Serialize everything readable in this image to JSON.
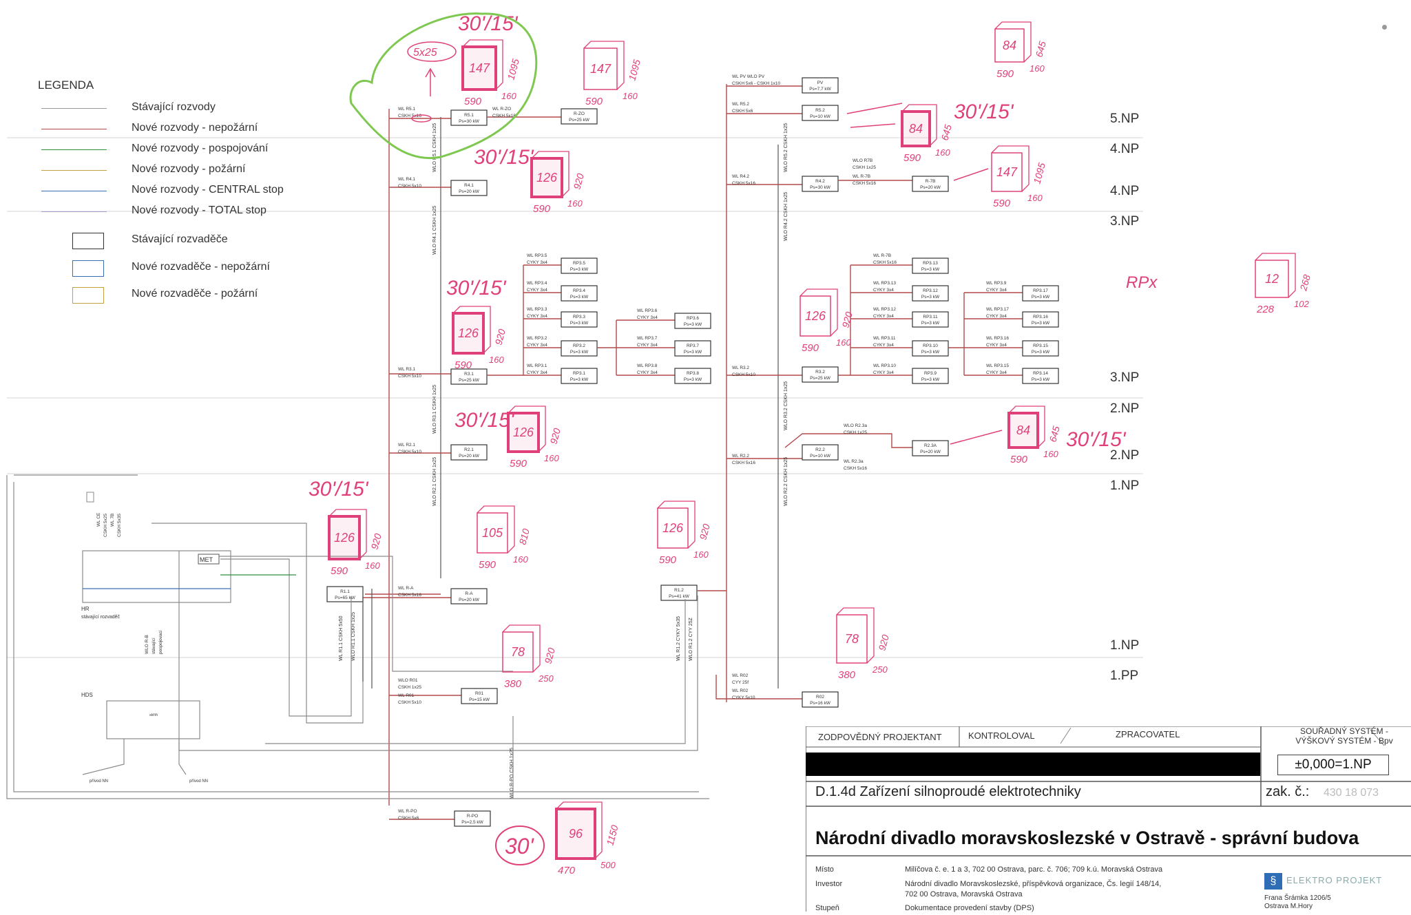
{
  "legend": {
    "title": "LEGENDA",
    "lines": [
      {
        "label": "Stávající rozvody",
        "color": "#9a9a9a"
      },
      {
        "label": "Nové rozvody - nepožární",
        "color": "#b24a4a"
      },
      {
        "label": "Nové rozvody - pospojování",
        "color": "#2f8f3f"
      },
      {
        "label": "Nové rozvody - požární",
        "color": "#c0a040"
      },
      {
        "label": "Nové rozvody - CENTRAL stop",
        "color": "#3a6fb5"
      },
      {
        "label": "Nové rozvody - TOTAL stop",
        "color": "#a0a0c8"
      }
    ],
    "boxes": [
      {
        "label": "Stávající rozvaděče",
        "color": "#333333"
      },
      {
        "label": "Nové rozvaděče - nepožární",
        "color": "#3a6fb5"
      },
      {
        "label": "Nové rozvaděče - požární",
        "color": "#c0a040"
      }
    ]
  },
  "floors": [
    "5.NP",
    "4.NP",
    "4.NP",
    "3.NP",
    "3.NP",
    "2.NP",
    "2.NP",
    "1.NP",
    "1.NP",
    "1.PP"
  ],
  "panels": [
    {
      "name": "R5.1",
      "power": "Ps=30 kW"
    },
    {
      "name": "R-ZO",
      "power": "Ps=25 kW"
    },
    {
      "name": "R4.1",
      "power": "Ps=20 kW"
    },
    {
      "name": "RP3.5",
      "power": "Ps=3 kW"
    },
    {
      "name": "RP3.4",
      "power": "Ps=3 kW"
    },
    {
      "name": "RP3.3",
      "power": "Ps=3 kW"
    },
    {
      "name": "RP3.2",
      "power": "Ps=3 kW"
    },
    {
      "name": "RP3.1",
      "power": "Ps=3 kW"
    },
    {
      "name": "RP3.6",
      "power": "Ps=3 kW"
    },
    {
      "name": "RP3.7",
      "power": "Ps=3 kW"
    },
    {
      "name": "RP3.8",
      "power": "Ps=3 kW"
    },
    {
      "name": "R3.1",
      "power": "Ps=25 kW"
    },
    {
      "name": "R2.1",
      "power": "Ps=20 kW"
    },
    {
      "name": "R1.1",
      "power": "Ps=65 kW"
    },
    {
      "name": "R-A",
      "power": "Ps=20 kW"
    },
    {
      "name": "R01",
      "power": "Ps=15 kW"
    },
    {
      "name": "R-PO",
      "power": "Ps=2,5 kW"
    },
    {
      "name": "PV",
      "power": "Ps=7,7 kW"
    },
    {
      "name": "R5.2",
      "power": "Ps=10 kW"
    },
    {
      "name": "R4.2",
      "power": "Ps=30 kW"
    },
    {
      "name": "R-7B",
      "power": "Ps=20 kW"
    },
    {
      "name": "RP3.13",
      "power": "Ps=3 kW"
    },
    {
      "name": "RP3.12",
      "power": "Ps=3 kW"
    },
    {
      "name": "RP3.11",
      "power": "Ps=3 kW"
    },
    {
      "name": "RP3.10",
      "power": "Ps=3 kW"
    },
    {
      "name": "RP3.9",
      "power": "Ps=3 kW"
    },
    {
      "name": "RP3.17",
      "power": "Ps=3 kW"
    },
    {
      "name": "RP3.16",
      "power": "Ps=3 kW"
    },
    {
      "name": "RP3.15",
      "power": "Ps=3 kW"
    },
    {
      "name": "RP3.14",
      "power": "Ps=3 kW"
    },
    {
      "name": "R3.2",
      "power": "Ps=25 kW"
    },
    {
      "name": "R2.2",
      "power": "Ps=10 kW"
    },
    {
      "name": "R2.3A",
      "power": "Ps=20 kW"
    },
    {
      "name": "R1.2",
      "power": "Ps=41 kW"
    },
    {
      "name": "R02",
      "power": "Ps=16 kW"
    }
  ],
  "feeders": [
    {
      "name": "WL R5.1",
      "cable": "CSKH 5x16"
    },
    {
      "name": "WL R-ZO",
      "cable": "CSKH 5x16"
    },
    {
      "name": "WL R4.1",
      "cable": "CSKH 5x10"
    },
    {
      "name": "WL RP3.5",
      "cable": "CYKY 3x4"
    },
    {
      "name": "WL RP3.4",
      "cable": "CYKY 3x4"
    },
    {
      "name": "WL RP3.3",
      "cable": "CYKY 3x4"
    },
    {
      "name": "WL RP3.2",
      "cable": "CYKY 3x4"
    },
    {
      "name": "WL RP3.1",
      "cable": "CYKY 3x4"
    },
    {
      "name": "WL RP3.6",
      "cable": "CYKY 3x4"
    },
    {
      "name": "WL RP3.7",
      "cable": "CYKY 3x4"
    },
    {
      "name": "WL RP3.8",
      "cable": "CYKY 3x4"
    },
    {
      "name": "WL R3.1",
      "cable": "CSKH 5x10"
    },
    {
      "name": "WL R2.1",
      "cable": "CSKH 5x10"
    },
    {
      "name": "WL R-A",
      "cable": "CSKH 5x16"
    },
    {
      "name": "WLO R01",
      "cable": "CSKH 1x25"
    },
    {
      "name": "WL R01",
      "cable": "CSKH 5x10"
    },
    {
      "name": "WL R-PO",
      "cable": "CSKH 5x6"
    },
    {
      "name": "WL PV WLO PV",
      "cable": "CSKH 5x6 - CSKH 1x10"
    },
    {
      "name": "WL R5.2",
      "cable": "CSKH 5x6"
    },
    {
      "name": "WL R4.2",
      "cable": "CSKH 5x16"
    },
    {
      "name": "WLO R7B",
      "cable": "CSKH 1x25"
    },
    {
      "name": "WL R-7B",
      "cable": "CSKH 5x16"
    },
    {
      "name": "WL RP3.13",
      "cable": "CYKY 3x4"
    },
    {
      "name": "WL RP3.12",
      "cable": "CYKY 3x4"
    },
    {
      "name": "WL RP3.11",
      "cable": "CYKY 3x4"
    },
    {
      "name": "WL RP3.10",
      "cable": "CYKY 3x4"
    },
    {
      "name": "WL RP3.9",
      "cable": "CYKY 3x4"
    },
    {
      "name": "WL RP3.17",
      "cable": "CYKY 3x4"
    },
    {
      "name": "WL RP3.16",
      "cable": "CYKY 3x4"
    },
    {
      "name": "WL RP3.15",
      "cable": "CYKY 3x4"
    },
    {
      "name": "WL RP3.14",
      "cable": "CYKY 3x4"
    },
    {
      "name": "WL R3.2",
      "cable": "CSKH 5x10"
    },
    {
      "name": "WLO R2.3a",
      "cable": "CSKH 1x25"
    },
    {
      "name": "WL R2.3a",
      "cable": "CSKH 5x16"
    },
    {
      "name": "WL R2.2",
      "cable": "CSKH 5x16"
    },
    {
      "name": "WL R02",
      "cable": "CYY 25f"
    },
    {
      "name": "WL R02",
      "cable": "CYKY 5x10"
    }
  ],
  "risers": [
    "WLO R5.1 CSKH 1x25",
    "WLO R4.1 CSKH 1x25",
    "WLO R3.1 CSKH 1x25",
    "WLO R2.1 CSKH 1x25",
    "WLO R5.2 CSKH 1x25",
    "WLO R4.2 CSKH 1x25",
    "WLO R3.2 CSKH 1x25",
    "WLO R2.2 CSKH 1x25",
    "WL R1.1 CSKH 5x50",
    "WLO R1.1 CSKH 1x25",
    "WL R1.2 CYKY 5x35",
    "WLO R1.2 CYY 25Z",
    "WLO R-PO CSKH 1x25"
  ],
  "main": {
    "met": "MET",
    "hr": "HR",
    "hr_desc": "stávající rozvaděč",
    "hds": "HDS",
    "riser_left": [
      "WL CE",
      "CSKH 5x25",
      "WL 7B",
      "CSKH 5x35"
    ],
    "hr_feed": [
      "WLO R-B",
      "stávající",
      "pospojovací"
    ],
    "hds_a": "přívod NN",
    "hds_b": "přívod NN",
    "hds_inner": "skříň"
  },
  "annotations": {
    "fire_rating": "30'/15'",
    "fire_rating_30": "30'",
    "circled_cable": "5x25",
    "rpx": "RPx",
    "boxes": [
      {
        "label": "147",
        "w": "590",
        "d": "160",
        "h": "1095"
      },
      {
        "label": "147",
        "w": "590",
        "d": "160",
        "h": "1095"
      },
      {
        "label": "84",
        "w": "590",
        "d": "160",
        "h": "645"
      },
      {
        "label": "84",
        "w": "590",
        "d": "160",
        "h": "645"
      },
      {
        "label": "126",
        "w": "590",
        "d": "160",
        "h": "920"
      },
      {
        "label": "147",
        "w": "590",
        "d": "160",
        "h": "1095"
      },
      {
        "label": "126",
        "w": "590",
        "d": "160",
        "h": "920"
      },
      {
        "label": "126",
        "w": "590",
        "d": "160",
        "h": "920"
      },
      {
        "label": "12",
        "w": "228",
        "d": "102",
        "h": "268"
      },
      {
        "label": "126",
        "w": "590",
        "d": "160",
        "h": "920"
      },
      {
        "label": "84",
        "w": "590",
        "d": "160",
        "h": "645"
      },
      {
        "label": "126",
        "w": "590",
        "d": "160",
        "h": "920"
      },
      {
        "label": "105",
        "w": "590",
        "d": "160",
        "h": "810"
      },
      {
        "label": "126",
        "w": "590",
        "d": "160",
        "h": "920"
      },
      {
        "label": "78",
        "w": "380",
        "d": "250",
        "h": "920"
      },
      {
        "label": "78",
        "w": "380",
        "d": "250",
        "h": "920"
      },
      {
        "label": "96",
        "w": "470",
        "d": "500",
        "h": "1150"
      }
    ]
  },
  "title_block": {
    "responsible": "ZODPOVĚDNÝ PROJEKTANT",
    "checked": "KONTROLOVAL",
    "prepared": "ZPRACOVATEL",
    "coord_line1": "SOUŘADNÝ SYSTÉM -",
    "coord_line2": "VÝŠKOVÝ SYSTÉM - Bpv",
    "level": "±0,000=1.NP",
    "doc": "D.1.4d Zařízení silnoproudé elektrotechniky",
    "zak_label": "zak. č.:",
    "zak_value": "430 18 073",
    "project": "Národní divadlo moravskoslezské v Ostravě - správní budova",
    "misto_label": "Místo",
    "misto_value": "Milíčova č. e. 1 a 3, 702 00 Ostrava, parc. č. 706; 709 k.ú. Moravská Ostrava",
    "investor_label": "Investor",
    "investor_value": "Národní divadlo Moravskoslezské, příspěvková organizace, Čs. legií 148/14,",
    "investor_value2": "702 00 Ostrava, Moravská Ostrava",
    "stage_label": "Stupeň",
    "stage_value": "Dokumentace provedení stavby (DPS)",
    "logo_text": "ELEKTRO PROJEKT",
    "address1": "Frana Šrámka 1206/5",
    "address2": "Ostrava M.Hory"
  },
  "colors": {
    "circuit": "#b24a4a",
    "markup": "#e0407a",
    "markup_green": "#7ec850",
    "box_border": "#333333",
    "grid": "#d5d5d5"
  }
}
